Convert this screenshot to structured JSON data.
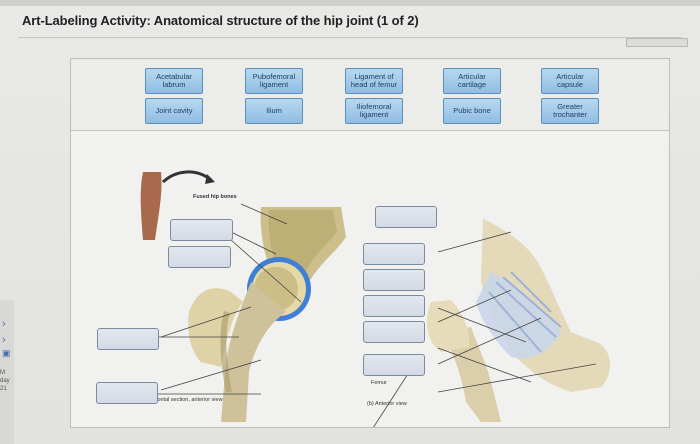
{
  "title": "Art-Labeling Activity: Anatomical structure of the hip joint (1 of 2)",
  "label_bank": [
    [
      "Acetabular labrum",
      "Pubofemoral ligament",
      "Ligament of head of femur",
      "Articular cartilage",
      "Articular capsule"
    ],
    [
      "Joint cavity",
      "Ilium",
      "Iliofemoral ligament",
      "Pubic bone",
      "Greater trochanter"
    ]
  ],
  "figure": {
    "fused_label": "Fused hip bones",
    "femur_label": "Femur",
    "caption_a": "(a) Frontal section, anterior view",
    "caption_b": "(b) Anterior view"
  },
  "gutter": {
    "line1": "M",
    "line2": "day",
    "line3": "21"
  },
  "colors": {
    "tile_fill": "#a7cdea",
    "tile_border": "#5c8fbd",
    "cartilage_blue": "#3f7fd6",
    "bone": "#e6d9a8"
  }
}
